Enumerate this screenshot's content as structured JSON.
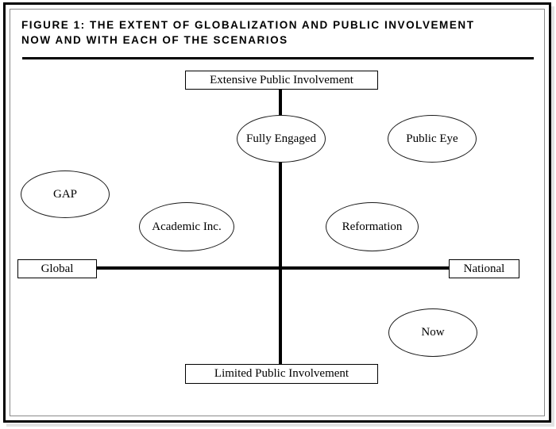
{
  "figure": {
    "title_lines": [
      "FIGURE 1: THE EXTENT OF GLOBALIZATION AND PUBLIC INVOLVEMENT",
      "NOW AND WITH EACH OF THE SCENARIOS"
    ],
    "title_full": "FIGURE 1: THE EXTENT OF GLOBALIZATION AND PUBLIC INVOLVEMENT NOW AND WITH EACH OF THE SCENARIOS"
  },
  "colors": {
    "background": "#ffffff",
    "ink": "#000000",
    "inner_border": "#8a8a8a",
    "shadow": "#e3e3e3"
  },
  "chart_data": {
    "type": "scatter",
    "title": "FIGURE 1: THE EXTENT OF GLOBALIZATION AND PUBLIC INVOLVEMENT NOW AND WITH EACH OF THE SCENARIOS",
    "xlabel": "",
    "ylabel": "",
    "grid": false,
    "legend": "none",
    "axes": {
      "x": {
        "left_label": "Global",
        "right_label": "National",
        "range_labels": [
          "Global",
          "National"
        ]
      },
      "y": {
        "top_label": "Extensive Public Involvement",
        "bottom_label": "Limited Public Involvement",
        "range_labels": [
          "Limited Public Involvement",
          "Extensive Public Involvement"
        ]
      }
    },
    "points": [
      {
        "label": "Fully Engaged",
        "x": 0.51,
        "y": 0.88,
        "quadrant": "center-top",
        "shape": "ellipse"
      },
      {
        "label": "Public Eye",
        "x": 0.83,
        "y": 0.88,
        "quadrant": "national-extensive",
        "shape": "ellipse"
      },
      {
        "label": "GAP",
        "x": 0.13,
        "y": 0.68,
        "quadrant": "global-extensive",
        "shape": "ellipse"
      },
      {
        "label": "Academic Inc.",
        "x": 0.34,
        "y": 0.57,
        "quadrant": "global-extensive",
        "shape": "ellipse"
      },
      {
        "label": "Reformation",
        "x": 0.68,
        "y": 0.57,
        "quadrant": "national-extensive",
        "shape": "ellipse"
      },
      {
        "label": "Now",
        "x": 0.83,
        "y": 0.19,
        "quadrant": "national-limited",
        "shape": "ellipse"
      }
    ]
  },
  "axis_labels": {
    "top": "Extensive Public Involvement",
    "bottom": "Limited Public Involvement",
    "left": "Global",
    "right": "National"
  },
  "scenarios": [
    {
      "id": "fully-engaged",
      "label": "Fully Engaged"
    },
    {
      "id": "public-eye",
      "label": "Public Eye"
    },
    {
      "id": "gap",
      "label": "GAP"
    },
    {
      "id": "academic-inc",
      "label": "Academic Inc."
    },
    {
      "id": "reformation",
      "label": "Reformation"
    },
    {
      "id": "now",
      "label": "Now"
    }
  ]
}
